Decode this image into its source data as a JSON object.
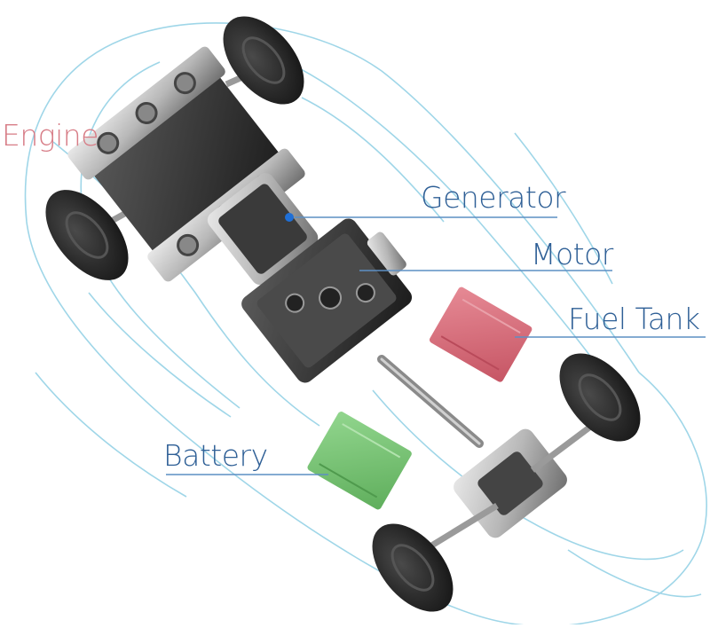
{
  "labels": {
    "engine": "Engine",
    "generator": "Generator",
    "motor": "Motor",
    "fuel_tank": "Fuel Tank",
    "battery": "Battery"
  },
  "colors": {
    "engine_label": "#d77c86",
    "component_label": "#2e5f96",
    "leader_line": "#5c8fc4",
    "car_outline": "#9fd6e8",
    "fuel_tank": "#d9707d",
    "battery": "#7cc57a",
    "generator_dot": "#1f6fd6"
  },
  "icons": [
    "car-outline-icon",
    "wheel-icon",
    "engine-block-icon",
    "generator-icon",
    "motor-icon",
    "fuel-tank-icon",
    "battery-icon",
    "drive-shaft-icon",
    "differential-icon"
  ]
}
